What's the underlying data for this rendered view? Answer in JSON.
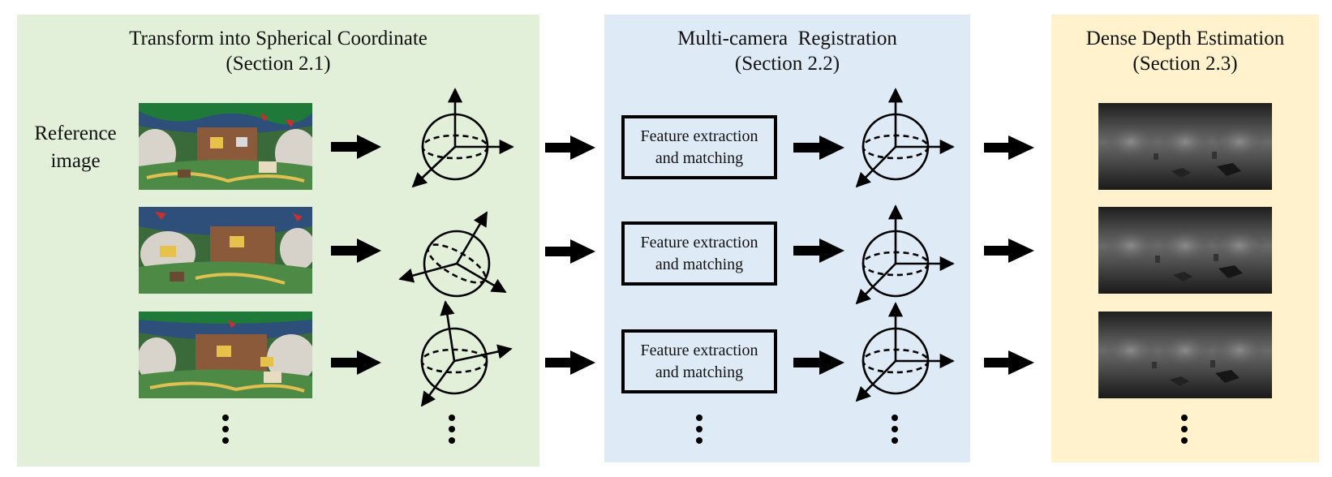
{
  "stages": [
    {
      "title": "Transform into Spherical Coordinate",
      "section": "(Section 2.1)"
    },
    {
      "title": "Multi-camera  Registration",
      "section": "(Section 2.2)"
    },
    {
      "title": "Dense Depth Estimation",
      "section": "(Section 2.3)"
    }
  ],
  "reference_label": {
    "line1": "Reference",
    "line2": "image"
  },
  "feature_box": {
    "line1": "Feature extraction",
    "line2": "and matching"
  },
  "colors": {
    "stage1_bg": "#e2efd9",
    "stage2_bg": "#deeaf6",
    "stage3_bg": "#fff2cc",
    "arrow": "#000000"
  }
}
